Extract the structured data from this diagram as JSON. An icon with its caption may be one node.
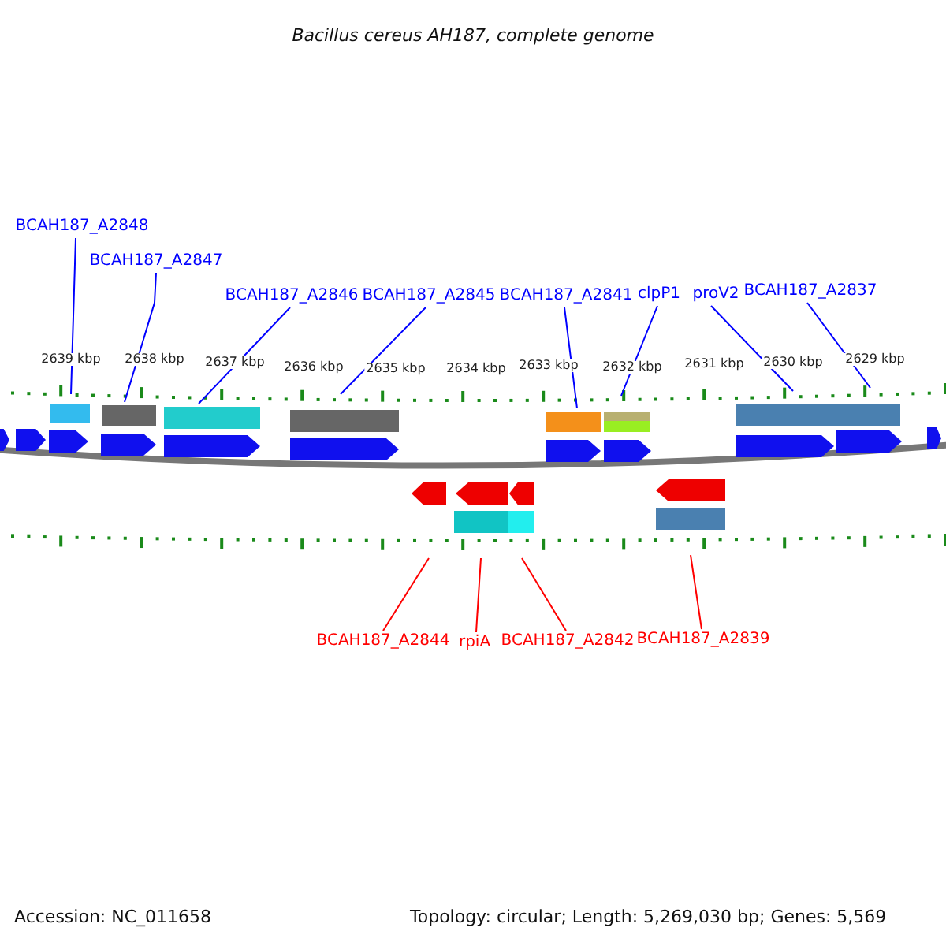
{
  "diagram": {
    "title": "Bacillus cereus AH187, complete genome",
    "nodes": [
      {
        "text": [
          "BCAH187_A2848"
        ]
      },
      {
        "text": [
          "BCAH187_A2847"
        ]
      },
      {
        "text": [
          "BCAH187_A2846"
        ]
      },
      {
        "text": [
          "BCAH187_A2845"
        ]
      },
      {
        "text": [
          "BCAH187_A2841"
        ]
      },
      {
        "text": [
          "clpP1"
        ]
      },
      {
        "text": [
          "proV2"
        ]
      },
      {
        "text": [
          "BCAH187_A2837"
        ]
      },
      {
        "text": [
          "BCAH187_A2844"
        ]
      },
      {
        "text": [
          "rpiA"
        ]
      },
      {
        "text": [
          "BCAH187_A2842"
        ]
      },
      {
        "text": [
          "BCAH187_A2839"
        ]
      }
    ],
    "edges": [
      {
        "from": 0,
        "to": null,
        "arrow": "none"
      },
      {
        "from": 1,
        "to": null,
        "arrow": "none"
      },
      {
        "from": 2,
        "to": null,
        "arrow": "none"
      },
      {
        "from": 3,
        "to": null,
        "arrow": "none"
      },
      {
        "from": 4,
        "to": null,
        "arrow": "none"
      },
      {
        "from": 5,
        "to": null,
        "arrow": "none"
      },
      {
        "from": 6,
        "to": null,
        "arrow": "none"
      },
      {
        "from": 7,
        "to": null,
        "arrow": "none"
      },
      {
        "from": 8,
        "to": null,
        "arrow": "none",
        "color": "#ff0000"
      },
      {
        "from": 9,
        "to": null,
        "arrow": "none",
        "color": "#ff0000"
      },
      {
        "from": 10,
        "to": null,
        "arrow": "none",
        "color": "#ff0000"
      },
      {
        "from": 11,
        "to": null,
        "arrow": "none",
        "color": "#ff0000"
      }
    ],
    "labels": [
      "2639 kbp",
      "2638 kbp",
      "2637 kbp",
      "2636 kbp",
      "2635 kbp",
      "2634 kbp",
      "2633 kbp",
      "2632 kbp",
      "2631 kbp",
      "2630 kbp",
      "2629 kbp",
      "Accession: NC_011658",
      "Topology: circular; Length: 5,269,030 bp; Genes: 5,569"
    ]
  }
}
